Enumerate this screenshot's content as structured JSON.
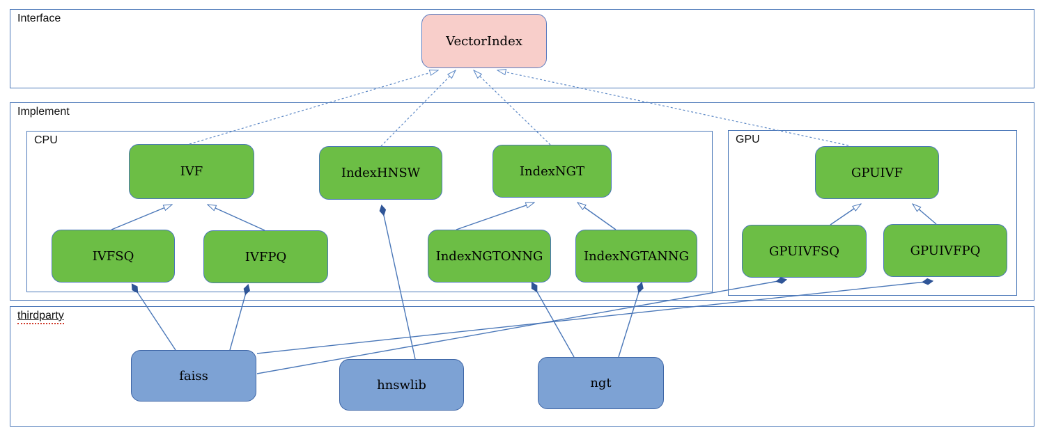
{
  "diagram": {
    "containers": {
      "interface": {
        "label": "Interface"
      },
      "implement": {
        "label": "Implement"
      },
      "cpu": {
        "label": "CPU"
      },
      "gpu": {
        "label": "GPU"
      },
      "thirdparty": {
        "label": "thirdparty",
        "spellcheck_underline": true
      }
    },
    "nodes": {
      "vectorindex": {
        "label": "VectorIndex",
        "kind": "interface"
      },
      "ivf": {
        "label": "IVF",
        "kind": "cpu-class"
      },
      "indexhnsw": {
        "label": "IndexHNSW",
        "kind": "cpu-class"
      },
      "indexngt": {
        "label": "IndexNGT",
        "kind": "cpu-class"
      },
      "ivfsq": {
        "label": "IVFSQ",
        "kind": "cpu-class"
      },
      "ivfpq": {
        "label": "IVFPQ",
        "kind": "cpu-class"
      },
      "indexngtonng": {
        "label": "IndexNGTONNG",
        "kind": "cpu-class"
      },
      "indexngtanng": {
        "label": "IndexNGTANNG",
        "kind": "cpu-class"
      },
      "gpuivf": {
        "label": "GPUIVF",
        "kind": "gpu-class"
      },
      "gpuivfsq": {
        "label": "GPUIVFSQ",
        "kind": "gpu-class"
      },
      "gpuivfpq": {
        "label": "GPUIVFPQ",
        "kind": "gpu-class"
      },
      "faiss": {
        "label": "faiss",
        "kind": "thirdparty-lib"
      },
      "hnswlib": {
        "label": "hnswlib",
        "kind": "thirdparty-lib"
      },
      "ngt": {
        "label": "ngt",
        "kind": "thirdparty-lib"
      }
    },
    "relations": [
      {
        "from": "IVF",
        "to": "VectorIndex",
        "type": "realization-dashed-hollow-arrow"
      },
      {
        "from": "IndexHNSW",
        "to": "VectorIndex",
        "type": "realization-dashed-hollow-arrow"
      },
      {
        "from": "IndexNGT",
        "to": "VectorIndex",
        "type": "realization-dashed-hollow-arrow"
      },
      {
        "from": "GPUIVF",
        "to": "VectorIndex",
        "type": "realization-dashed-hollow-arrow"
      },
      {
        "from": "IVFSQ",
        "to": "IVF",
        "type": "inheritance-hollow-arrow"
      },
      {
        "from": "IVFPQ",
        "to": "IVF",
        "type": "inheritance-hollow-arrow"
      },
      {
        "from": "IndexNGTONNG",
        "to": "IndexNGT",
        "type": "inheritance-hollow-arrow"
      },
      {
        "from": "IndexNGTANNG",
        "to": "IndexNGT",
        "type": "inheritance-hollow-arrow"
      },
      {
        "from": "GPUIVFSQ",
        "to": "GPUIVF",
        "type": "inheritance-hollow-arrow"
      },
      {
        "from": "GPUIVFPQ",
        "to": "GPUIVF",
        "type": "inheritance-hollow-arrow"
      },
      {
        "from": "faiss",
        "to": "IVFSQ",
        "type": "composition-filled-diamond"
      },
      {
        "from": "faiss",
        "to": "IVFPQ",
        "type": "composition-filled-diamond"
      },
      {
        "from": "faiss",
        "to": "GPUIVFSQ",
        "type": "composition-filled-diamond"
      },
      {
        "from": "faiss",
        "to": "GPUIVFPQ",
        "type": "composition-filled-diamond"
      },
      {
        "from": "hnswlib",
        "to": "IndexHNSW",
        "type": "composition-filled-diamond"
      },
      {
        "from": "ngt",
        "to": "IndexNGTONNG",
        "type": "composition-filled-diamond"
      },
      {
        "from": "ngt",
        "to": "IndexNGTANNG",
        "type": "composition-filled-diamond"
      }
    ],
    "colors": {
      "class_green_fill": "#6cbe45",
      "interface_pink_fill": "#f8ceca",
      "library_blue_fill": "#7da2d4",
      "border_line_blue": "#4a77b8",
      "dashed_line_blue": "#5b87c5",
      "diamond_navy": "#2f5597",
      "spellcheck_red": "#d03a2b"
    }
  }
}
